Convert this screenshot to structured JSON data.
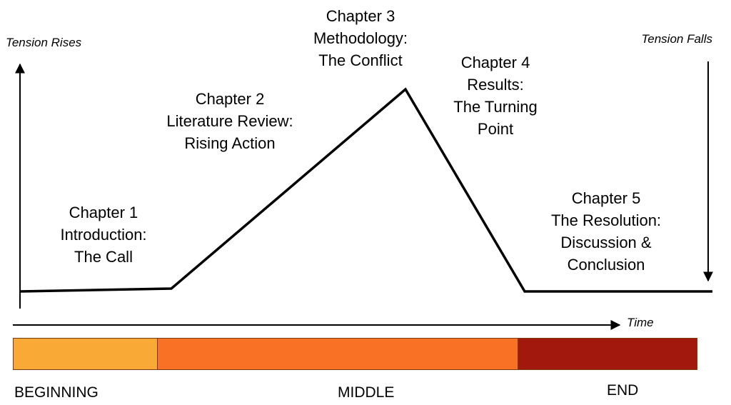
{
  "axes": {
    "y_rise_label": "Tension Rises",
    "y_fall_label": "Tension Falls",
    "x_label": "Time"
  },
  "chapters": [
    {
      "lines": [
        "Chapter 1",
        "Introduction:",
        "The Call"
      ]
    },
    {
      "lines": [
        "Chapter 2",
        "Literature Review:",
        "Rising Action"
      ]
    },
    {
      "lines": [
        "Chapter 3",
        "Methodology:",
        "The Conflict"
      ]
    },
    {
      "lines": [
        "Chapter 4",
        "Results:",
        "The Turning",
        "Point"
      ]
    },
    {
      "lines": [
        "Chapter 5",
        "The Resolution:",
        "Discussion &",
        "Conclusion"
      ]
    }
  ],
  "sections": [
    {
      "label": "BEGINNING",
      "color": "#f9a935"
    },
    {
      "label": "MIDDLE",
      "color": "#f97125"
    },
    {
      "label": "END",
      "color": "#a3180c"
    }
  ],
  "colors": {
    "line": "#000000",
    "bar_border": "#7a3a10"
  }
}
